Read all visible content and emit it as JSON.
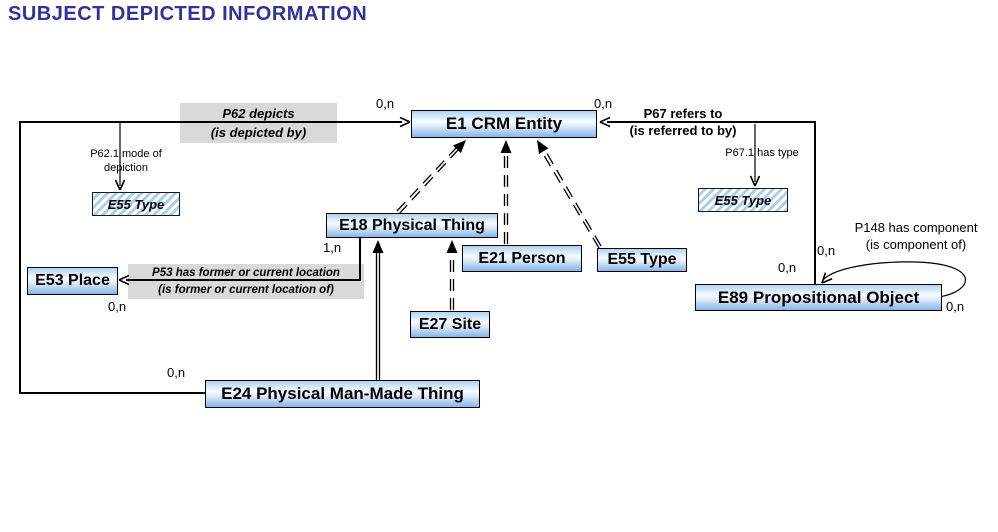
{
  "title": "SUBJECT DEPICTED INFORMATION",
  "nodes": {
    "e1": {
      "label": "E1 CRM Entity"
    },
    "e18": {
      "label": "E18 Physical Thing"
    },
    "e53": {
      "label": "E53 Place"
    },
    "e21": {
      "label": "E21 Person"
    },
    "e55": {
      "label": "E55 Type"
    },
    "e27": {
      "label": "E27 Site"
    },
    "e24": {
      "label": "E24 Physical Man-Made Thing"
    },
    "e89": {
      "label": "E89 Propositional Object"
    },
    "e55_type_left": {
      "label": "E55 Type"
    },
    "e55_type_right": {
      "label": "E55 Type"
    }
  },
  "edges": {
    "p62": {
      "label": "P62 depicts",
      "inverse": "(is depicted by)"
    },
    "p62_1": {
      "line1": "P62.1 mode of",
      "line2": "depiction"
    },
    "p67": {
      "label": "P67 refers to",
      "inverse": "(is referred to by)"
    },
    "p67_1": {
      "label": "P67.1 has type"
    },
    "p53": {
      "label": "P53 has former or current location",
      "inverse": "(is former or current location of)"
    },
    "p148": {
      "label": "P148 has component",
      "inverse": "(is component of)"
    }
  },
  "cardinalities": {
    "p62_at_e1": "0,n",
    "p62_at_e24": "0,n",
    "p67_at_e1": "0,n",
    "p67_at_e89": "0,n",
    "p53_at_e18": "1,n",
    "p53_at_e53": "0,n",
    "p148_top": "0,n",
    "p148_bottom": "0,n"
  },
  "colors": {
    "title_text": "#32329B",
    "box_border": "#000000",
    "box_gradient_top": "#AED3F2",
    "box_gradient_bottom": "#86B6E9",
    "property_label_bg": "#D9D9D9",
    "hatch_stripe": "#A9CDEC",
    "line": "#000000"
  }
}
